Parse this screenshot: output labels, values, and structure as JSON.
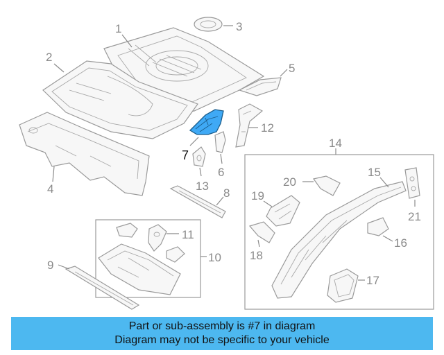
{
  "diagram": {
    "callouts": {
      "c1": "1",
      "c2": "2",
      "c3": "3",
      "c4": "4",
      "c5": "5",
      "c6": "6",
      "c7": "7",
      "c8": "8",
      "c9": "9",
      "c10": "10",
      "c11": "11",
      "c12": "12",
      "c13": "13",
      "c14": "14",
      "c15": "15",
      "c16": "16",
      "c17": "17",
      "c18": "18",
      "c19": "19",
      "c20": "20",
      "c21": "21"
    },
    "highlighted_part": "7",
    "highlight_color": "#3fa9f5"
  },
  "banner": {
    "line1": "Part or sub-assembly is #7 in diagram",
    "line2": "Diagram may not be specific to your vehicle",
    "background": "#4db8f0"
  }
}
